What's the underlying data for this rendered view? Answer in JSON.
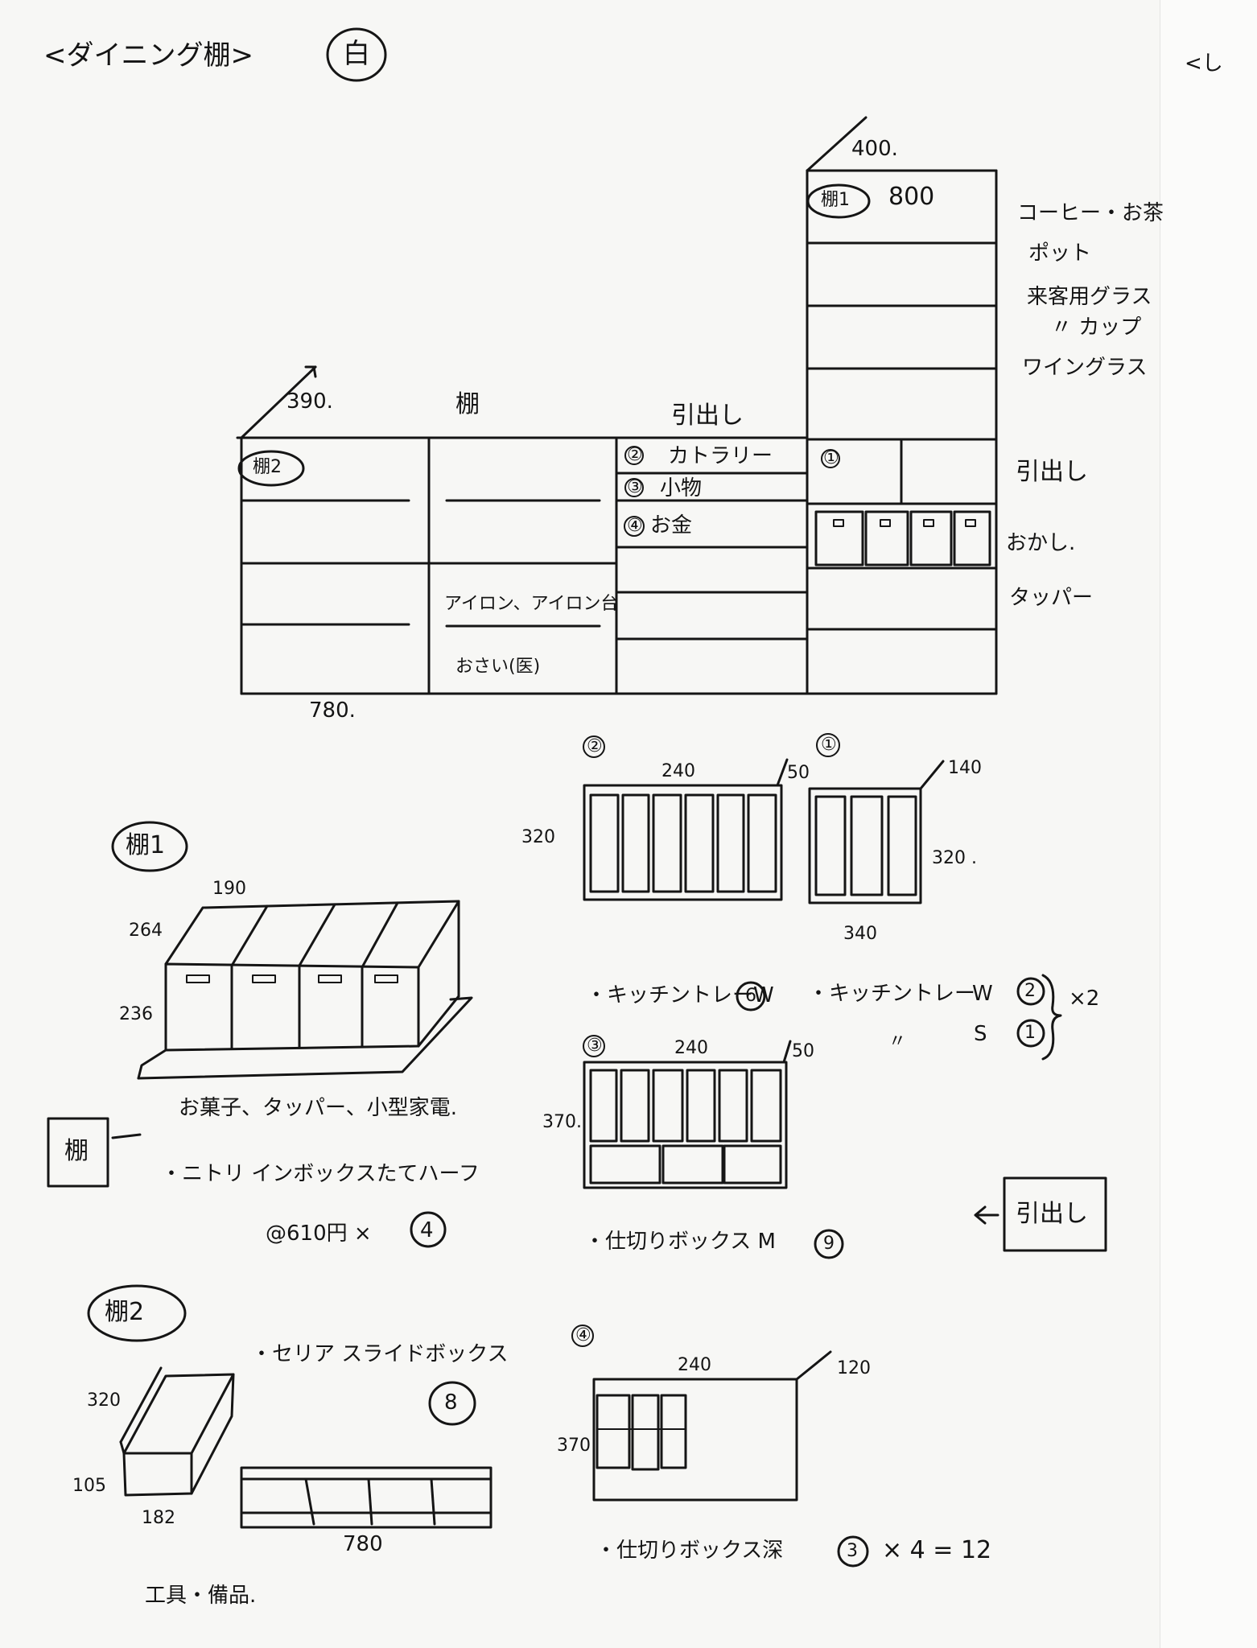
{
  "header": {
    "title": "<ダイニング棚>",
    "color_badge": "白",
    "right_edge_text": "<し"
  },
  "elevation": {
    "top_depth": "400.",
    "top_width": "800",
    "tall_unit_label": "棚1",
    "tall_unit_items": [
      "コーヒー・お茶",
      "ポット",
      "来客用グラス",
      "〃 カップ",
      "ワイングラス"
    ],
    "low_depth": "390.",
    "low_header_shelf": "棚",
    "low_header_drawer": "引出し",
    "low_unit_label": "棚2",
    "drawer_items": [
      {
        "num": "②",
        "label": "カトラリー"
      },
      {
        "num": "③",
        "label": "小物"
      },
      {
        "num": "④",
        "label": "お金"
      }
    ],
    "drawer_1": "①",
    "right_labels": [
      "引出し",
      "おかし.",
      "タッパー"
    ],
    "shelf_items": [
      "アイロン、アイロン台",
      "おさい(医)"
    ],
    "bottom_width": "780."
  },
  "shelf1_detail": {
    "label": "棚1",
    "dim_top": "190",
    "dim_depth": "264",
    "dim_height": "236",
    "contents": "お菓子、タッパー、小型家電.",
    "product": "・ニトリ インボックスたてハーフ",
    "price": "@610円 ×",
    "qty": "4",
    "side_tag": "棚"
  },
  "tray_2": {
    "num": "②",
    "width": "240",
    "gap": "50",
    "height": "320",
    "caption": "・キッチントレーW",
    "caption_qty": "6"
  },
  "tray_1": {
    "num": "①",
    "corner": "140",
    "height": "320 .",
    "width": "340"
  },
  "tray_note": {
    "line1": "・キッチントレー",
    "w_label": "W",
    "w_qty": "2",
    "s_mark": "〃",
    "s_label": "S",
    "s_qty": "1",
    "multiplier": "×2"
  },
  "box_3": {
    "num": "③",
    "width": "240",
    "gap": "50",
    "height": "370.",
    "caption": "・仕切りボックス M",
    "caption_qty": "9",
    "side_tag": "引出し"
  },
  "shelf2_detail": {
    "label": "棚2",
    "product": "・セリア スライドボックス",
    "qty": "8",
    "dim_depth": "320",
    "dim_height": "105",
    "dim_width": "182",
    "row_width": "780",
    "contents": "工具・備品."
  },
  "box_4": {
    "num": "④",
    "width": "240",
    "corner": "120",
    "height": "370",
    "caption": "・仕切りボックス深",
    "caption_qty": "3",
    "formula": "× 4 = 12"
  }
}
